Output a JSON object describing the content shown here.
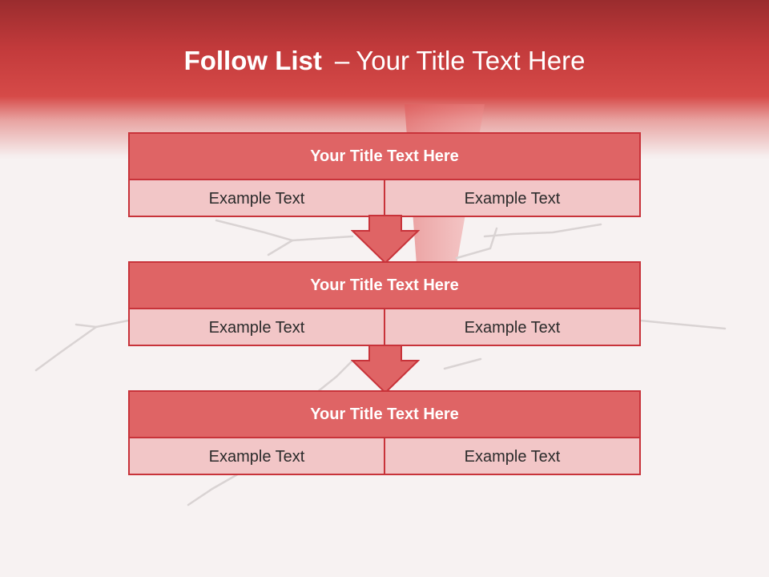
{
  "slide": {
    "title_bold": "Follow List",
    "title_separator": "–",
    "title_rest": "Your Title Text Here"
  },
  "blocks": [
    {
      "title": "Your Title Text Here",
      "cells": [
        "Example Text",
        "Example Text"
      ]
    },
    {
      "title": "Your Title Text Here",
      "cells": [
        "Example Text",
        "Example Text"
      ]
    },
    {
      "title": "Your Title Text Here",
      "cells": [
        "Example Text",
        "Example Text"
      ]
    }
  ],
  "colors": {
    "header_red": "#c23a3b",
    "block_header": "#df6465",
    "block_cell": "#f2c6c7",
    "border": "#c8333a"
  }
}
